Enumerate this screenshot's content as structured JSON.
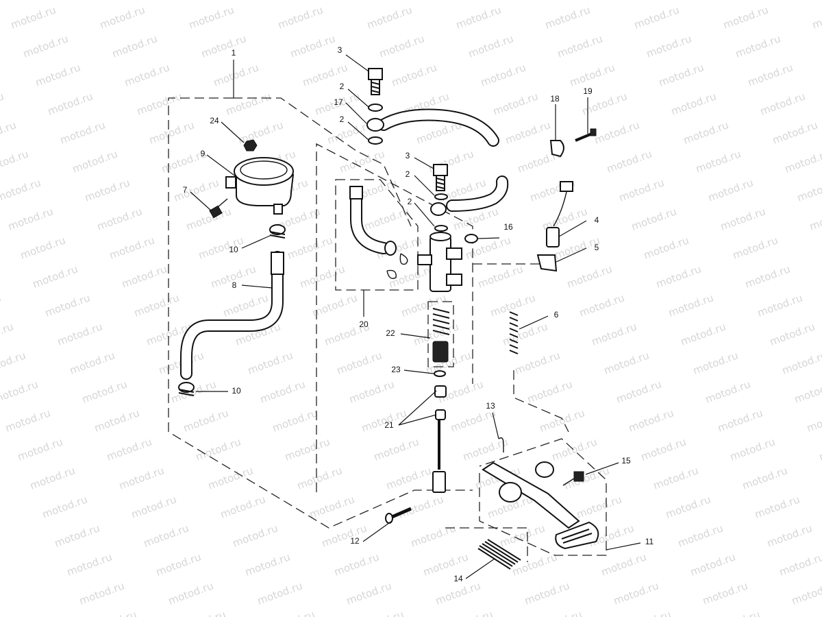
{
  "watermark": "motod.ru",
  "colors": {
    "line": "#111111",
    "watermark": "#d6d6d6",
    "background": "#ffffff"
  },
  "callouts": [
    {
      "id": "1",
      "text": "1"
    },
    {
      "id": "2a",
      "text": "2"
    },
    {
      "id": "2b",
      "text": "2"
    },
    {
      "id": "2c",
      "text": "2"
    },
    {
      "id": "2d",
      "text": "2"
    },
    {
      "id": "3a",
      "text": "3"
    },
    {
      "id": "3b",
      "text": "3"
    },
    {
      "id": "4",
      "text": "4"
    },
    {
      "id": "5",
      "text": "5"
    },
    {
      "id": "6",
      "text": "6"
    },
    {
      "id": "7",
      "text": "7"
    },
    {
      "id": "8",
      "text": "8"
    },
    {
      "id": "9",
      "text": "9"
    },
    {
      "id": "10a",
      "text": "10"
    },
    {
      "id": "10b",
      "text": "10"
    },
    {
      "id": "11",
      "text": "11"
    },
    {
      "id": "12",
      "text": "12"
    },
    {
      "id": "13",
      "text": "13"
    },
    {
      "id": "14",
      "text": "14"
    },
    {
      "id": "15",
      "text": "15"
    },
    {
      "id": "16",
      "text": "16"
    },
    {
      "id": "17",
      "text": "17"
    },
    {
      "id": "18",
      "text": "18"
    },
    {
      "id": "19",
      "text": "19"
    },
    {
      "id": "20",
      "text": "20"
    },
    {
      "id": "21",
      "text": "21"
    },
    {
      "id": "22",
      "text": "22"
    },
    {
      "id": "23",
      "text": "23"
    },
    {
      "id": "24",
      "text": "24"
    }
  ]
}
